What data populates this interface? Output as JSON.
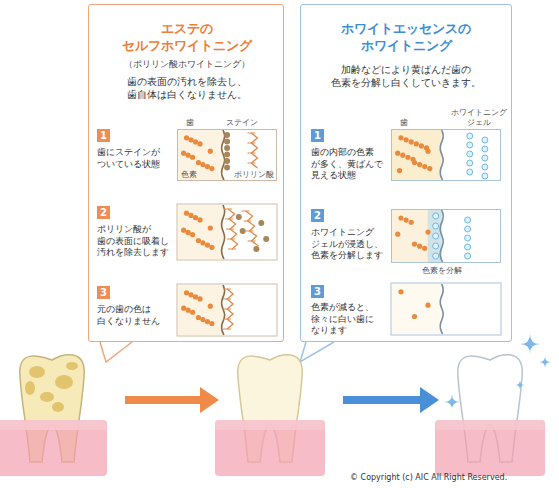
{
  "diagram": {
    "nodes": [
      {
        "text": [
          "エステの セルフホワイトニング",
          "（ポリリン酸ホワイトニング）",
          "歯の表面の汚れを除去し、 歯自体は白くなりません。"
        ]
      },
      {
        "text": [
          "1"
        ],
        "in": 0
      },
      {
        "text": [
          "歯",
          "ステイン",
          "色素",
          "ポリリン酸"
        ],
        "in": 0
      },
      {
        "text": [
          "2"
        ],
        "in": 0
      },
      {
        "text": [
          "3"
        ],
        "in": 0
      },
      {
        "text": [
          "ホワイトエッセンスの ホワイトニング",
          "加齢などにより黄ばんだ歯の 色素を分解し白くしていきます。"
        ]
      },
      {
        "text": [
          "1"
        ],
        "in": 5
      },
      {
        "text": [
          "歯",
          "ホワイトニング ジェル"
        ],
        "in": 5
      },
      {
        "text": [
          "2"
        ],
        "in": 5
      },
      {
        "text": [
          "色素を分解"
        ],
        "in": 5
      },
      {
        "text": [
          "3"
        ],
        "in": 5
      }
    ],
    "labels": [
      "歯にステインが ついている状態",
      "ポリリン酸が 歯の表面に吸着し 汚れを除去します",
      "元の歯の色は 白くなりません",
      "歯の内部の色素 が多く、黄ばんで 見える状態",
      "ホワイトニング ジェルが浸透し、 色素を分解します",
      "色素が減ると、 徐々に白い歯に なります",
      "© Copyright (c) AIC All Right Reserved."
    ]
  }
}
